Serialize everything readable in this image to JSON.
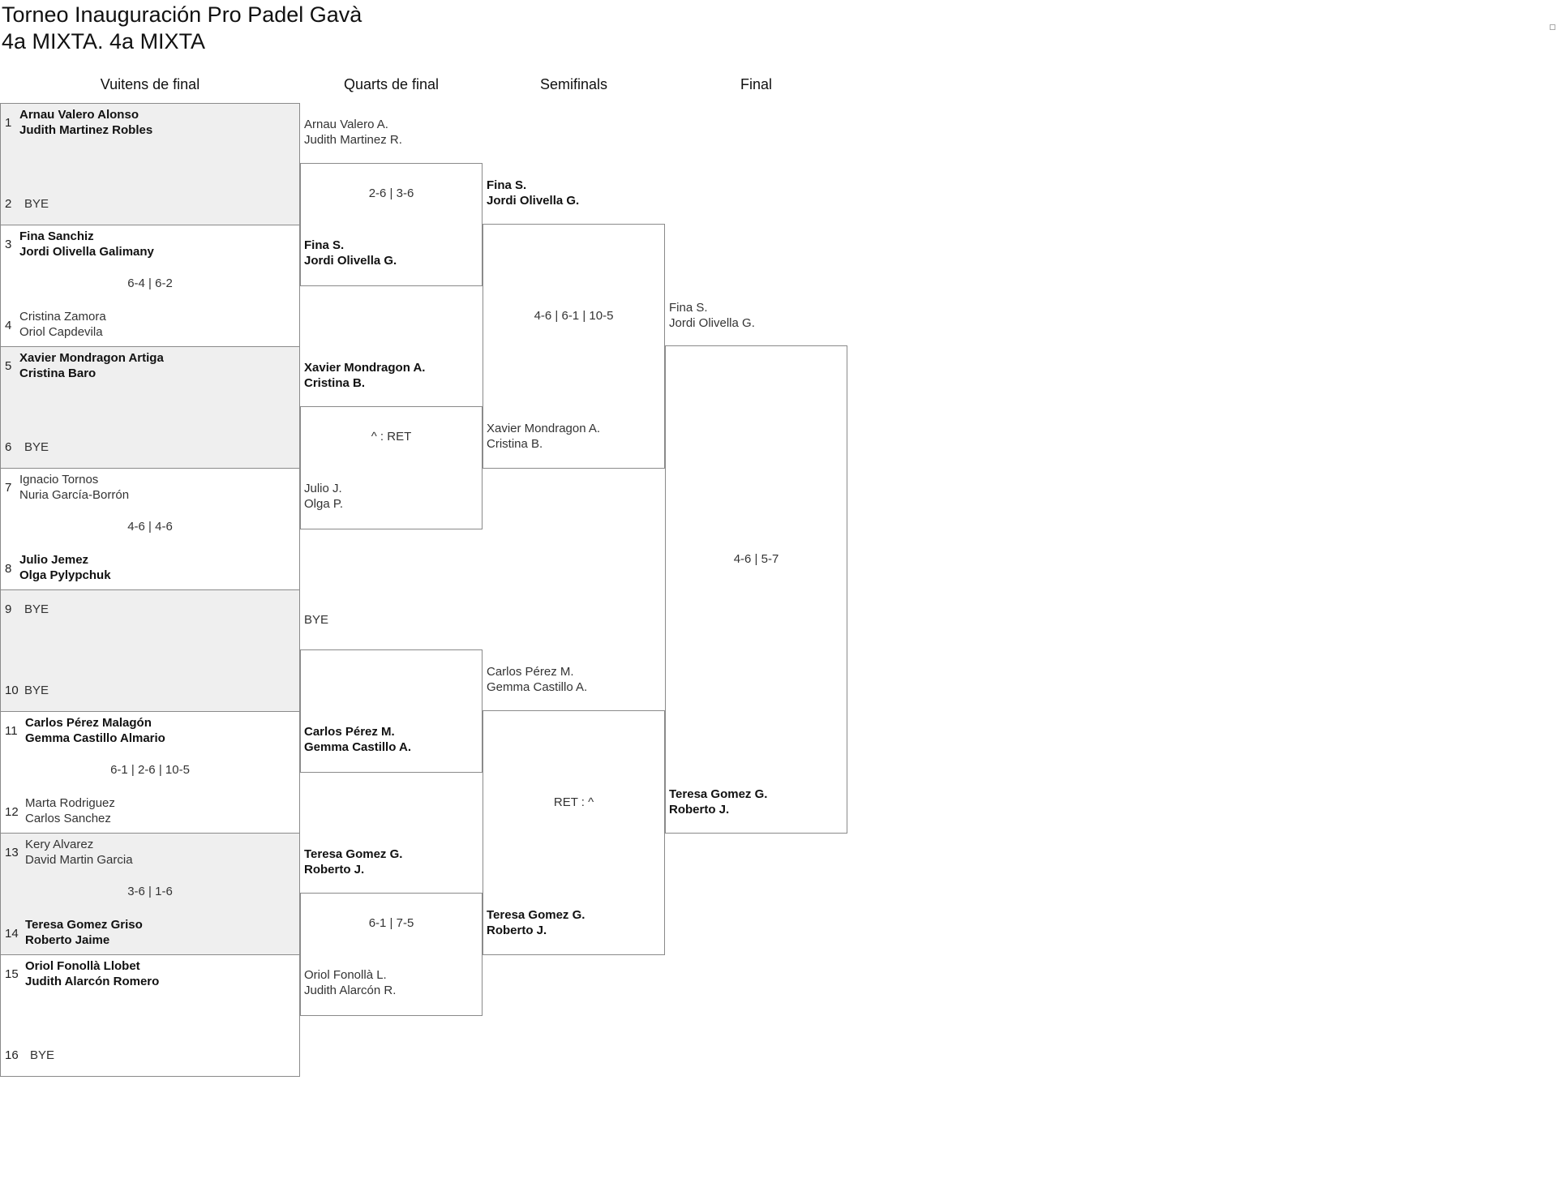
{
  "title": "Torneo Inauguración Pro Padel Gavà",
  "subtitle": "4a MIXTA. 4a MIXTA",
  "rounds": [
    "Vuitens de final",
    "Quarts de final",
    "Semifinals",
    "Final"
  ],
  "r16": [
    {
      "seed1": "1",
      "team1": [
        "Arnau Valero Alonso",
        "Judith Martinez Robles"
      ],
      "win1": true,
      "seed2": "2",
      "team2": [
        "BYE"
      ],
      "win2": false,
      "score": ""
    },
    {
      "seed1": "3",
      "team1": [
        "Fina Sanchiz",
        "Jordi Olivella Galimany"
      ],
      "win1": true,
      "seed2": "4",
      "team2": [
        "Cristina Zamora",
        "Oriol Capdevila"
      ],
      "win2": false,
      "score": "6-4 | 6-2"
    },
    {
      "seed1": "5",
      "team1": [
        "Xavier Mondragon Artiga",
        "Cristina Baro"
      ],
      "win1": true,
      "seed2": "6",
      "team2": [
        "BYE"
      ],
      "win2": false,
      "score": ""
    },
    {
      "seed1": "7",
      "team1": [
        "Ignacio Tornos",
        "Nuria García-Borrón"
      ],
      "win1": false,
      "seed2": "8",
      "team2": [
        "Julio Jemez",
        "Olga Pylypchuk"
      ],
      "win2": true,
      "score": "4-6 | 4-6"
    },
    {
      "seed1": "9",
      "team1": [
        "BYE"
      ],
      "win1": false,
      "seed2": "10",
      "team2": [
        "BYE"
      ],
      "win2": false,
      "score": ""
    },
    {
      "seed1": "11",
      "team1": [
        "Carlos Pérez Malagón",
        "Gemma Castillo Almario"
      ],
      "win1": true,
      "seed2": "12",
      "team2": [
        "Marta Rodriguez",
        "Carlos Sanchez"
      ],
      "win2": false,
      "score": "6-1 | 2-6 | 10-5"
    },
    {
      "seed1": "13",
      "team1": [
        "Kery Alvarez",
        "David Martin Garcia"
      ],
      "win1": false,
      "seed2": "14",
      "team2": [
        "Teresa Gomez Griso",
        "Roberto Jaime"
      ],
      "win2": true,
      "score": "3-6 | 1-6"
    },
    {
      "seed1": "15",
      "team1": [
        "Oriol Fonollà Llobet",
        "Judith Alarcón Romero"
      ],
      "win1": true,
      "seed2": "16",
      "team2": [
        "BYE"
      ],
      "win2": false,
      "score": ""
    }
  ],
  "qf": [
    {
      "team1": [
        "Arnau Valero A.",
        "Judith Martinez R."
      ],
      "win1": false,
      "team2": [
        "Fina S.",
        "Jordi Olivella G."
      ],
      "win2": true,
      "score": "2-6 | 3-6"
    },
    {
      "team1": [
        "Xavier Mondragon A.",
        "Cristina B."
      ],
      "win1": true,
      "team2": [
        "Julio J.",
        "Olga P."
      ],
      "win2": false,
      "score": "^ : RET"
    },
    {
      "team1": [
        "BYE"
      ],
      "win1": false,
      "team2": [
        "Carlos Pérez M.",
        "Gemma Castillo A."
      ],
      "win2": true,
      "score": ""
    },
    {
      "team1": [
        "Teresa Gomez G.",
        "Roberto J."
      ],
      "win1": true,
      "team2": [
        "Oriol Fonollà L.",
        "Judith Alarcón R."
      ],
      "win2": false,
      "score": "6-1 | 7-5"
    }
  ],
  "sf": [
    {
      "team1": [
        "Fina S.",
        "Jordi Olivella G."
      ],
      "win1": true,
      "team2": [
        "Xavier Mondragon A.",
        "Cristina B."
      ],
      "win2": false,
      "score": "4-6 | 6-1 | 10-5"
    },
    {
      "team1": [
        "Carlos Pérez M.",
        "Gemma Castillo A."
      ],
      "win1": false,
      "team2": [
        "Teresa Gomez G.",
        "Roberto J."
      ],
      "win2": true,
      "score": "RET : ^"
    }
  ],
  "final": [
    {
      "team1": [
        "Fina S.",
        "Jordi Olivella G."
      ],
      "win1": false,
      "team2": [
        "Teresa Gomez G.",
        "Roberto J."
      ],
      "win2": true,
      "score": "4-6 | 5-7"
    }
  ]
}
